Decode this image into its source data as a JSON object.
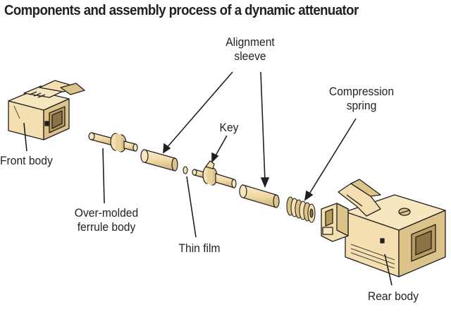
{
  "title": "Components and assembly process of a dynamic attenuator",
  "labels": {
    "alignment_sleeve": [
      "Alignment",
      "sleeve"
    ],
    "compression_spring": [
      "Compression",
      "spring"
    ],
    "key": "Key",
    "front_body": "Front body",
    "over_molded_ferrule_body": [
      "Over-molded",
      "ferrule body"
    ],
    "thin_film": "Thin film",
    "rear_body": "Rear body"
  },
  "colors": {
    "part_fill": "#f3dfaf",
    "part_shade": "#dcc38a",
    "part_dark": "#b89c5e",
    "outline": "#231f20",
    "text": "#231f20"
  }
}
